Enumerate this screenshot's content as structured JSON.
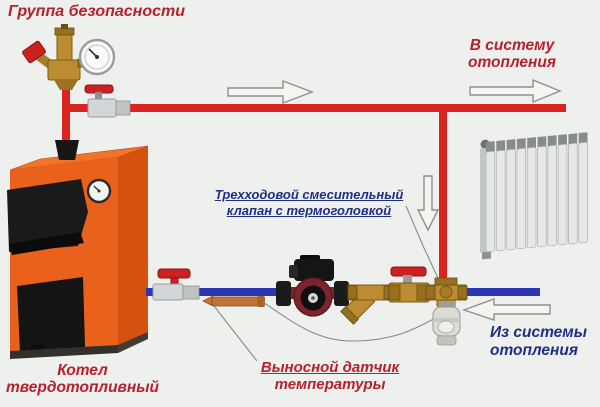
{
  "labels": {
    "safety_group": {
      "text": "Группа безопасности"
    },
    "to_system": {
      "line1": "В систему",
      "line2": "отопления"
    },
    "three_way_valve": {
      "line1": "Трехходовой смесительный",
      "line2": "клапан с термоголовкой"
    },
    "from_system": {
      "line1": "Из системы",
      "line2": "отопления"
    },
    "remote_sensor": {
      "line1": "Выносной датчик",
      "line2": "температуры"
    },
    "boiler": {
      "line1": "Котел",
      "line2": "твердотопливный"
    }
  },
  "components": [
    "safety-group",
    "air-vent",
    "pressure-relief-valve",
    "pressure-gauge",
    "supply-ball-valve",
    "flow-arrow-right-1",
    "flow-arrow-right-2",
    "flow-arrow-down",
    "flow-arrow-left",
    "solid-fuel-boiler",
    "boiler-thermometer",
    "boiler-return-valve",
    "remote-temperature-sensor",
    "capillary-tube",
    "circulation-pump",
    "y-strainer",
    "red-lever-ball-valve",
    "three-way-mixing-valve",
    "thermostatic-head",
    "radiator",
    "supply-pipe-hot",
    "return-pipe"
  ],
  "colors": {
    "background": "#eef0ed",
    "pipe_hot": "#da2420",
    "pipe_return": "#2c35b2",
    "label_red": "#b8202e",
    "label_blue": "#202e85",
    "arrow_fill": "#f4f4f1",
    "arrow_stroke": "#8f8f8f",
    "boiler_front": "#e9611b",
    "boiler_side": "#d5520e",
    "boiler_top": "#f0742b",
    "brass": "#bb8c32",
    "pump_body": "#7c232e",
    "valve_handle_red": "#cb2121",
    "chrome": "#d3d6d8",
    "radiator": "#e6e8e7",
    "thermal_head": "#dcdcd6",
    "copper": "#c0763a"
  }
}
